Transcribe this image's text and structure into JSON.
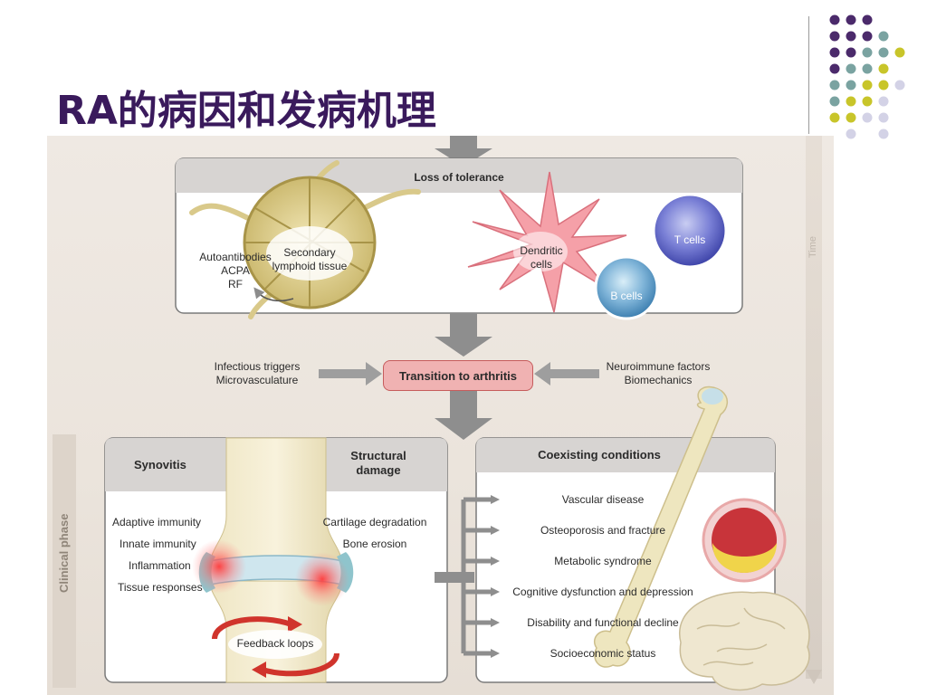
{
  "slide": {
    "title": "RA的病因和发病机理"
  },
  "colors": {
    "title": "#3a1a5c",
    "dot_purple": "#4b2a6b",
    "dot_teal": "#7aa3a1",
    "dot_olive": "#c8c52a",
    "dot_lavender": "#d3d2e6"
  },
  "diagram": {
    "loss_of_tolerance": {
      "header": "Loss of tolerance",
      "autoantibodies": [
        "Autoantibodies",
        "ACPA",
        "RF"
      ],
      "secondary_lymphoid": [
        "Secondary",
        "lymphoid tissue"
      ],
      "dendritic": [
        "Dendritic",
        "cells"
      ],
      "t_cells": "T cells",
      "b_cells": "B cells"
    },
    "side_axis": "Time",
    "transition": {
      "label": "Transition to arthritis",
      "left": [
        "Infectious triggers",
        "Microvasculature"
      ],
      "right": [
        "Neuroimmune factors",
        "Biomechanics"
      ]
    },
    "clinical_phase": "Clinical phase",
    "synovitis": {
      "header": "Synovitis",
      "items": [
        "Adaptive immunity",
        "Innate immunity",
        "Inflammation",
        "Tissue responses"
      ],
      "feedback": "Feedback loops"
    },
    "structural": {
      "header": [
        "Structural",
        "damage"
      ],
      "items": [
        "Cartilage degradation",
        "Bone erosion"
      ]
    },
    "coexisting": {
      "header": "Coexisting conditions",
      "items": [
        "Vascular disease",
        "Osteoporosis and fracture",
        "Metabolic syndrome",
        "Cognitive dysfunction and depression",
        "Disability and functional decline",
        "Socioeconomic status"
      ]
    }
  }
}
